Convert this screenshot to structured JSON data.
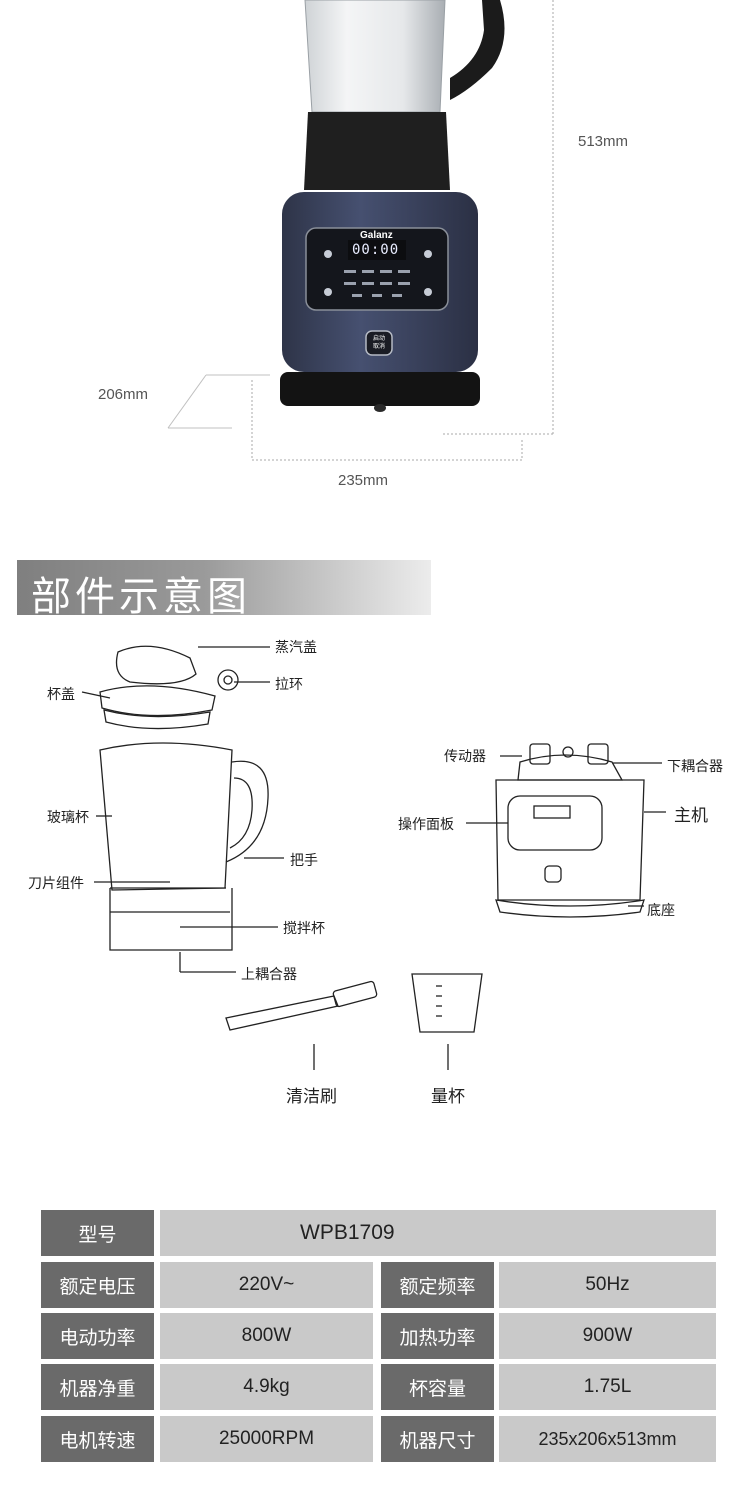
{
  "dimensions": {
    "height": "513mm",
    "depth": "206mm",
    "width": "235mm",
    "brand": "Galanz",
    "display": "00:00",
    "button": [
      "启动",
      "取消"
    ]
  },
  "section_title": "部件示意图",
  "parts": {
    "steam_lid": "蒸汽盖",
    "pull_ring": "拉环",
    "cup_lid": "杯盖",
    "glass_cup": "玻璃杯",
    "handle": "把手",
    "blade_assembly": "刀片组件",
    "mixing_cup": "搅拌杯",
    "upper_coupler": "上耦合器",
    "drive": "传动器",
    "lower_coupler": "下耦合器",
    "main_unit": "主机",
    "control_panel": "操作面板",
    "base": "底座",
    "cleaning_brush": "清洁刷",
    "measuring_cup": "量杯"
  },
  "specs": {
    "model_key": "型号",
    "model_val": "WPB1709",
    "rows": [
      {
        "k1": "额定电压",
        "v1": "220V~",
        "k2": "额定频率",
        "v2": "50Hz"
      },
      {
        "k1": "电动功率",
        "v1": "800W",
        "k2": "加热功率",
        "v2": "900W"
      },
      {
        "k1": "机器净重",
        "v1": "4.9kg",
        "k2": "杯容量",
        "v2": "1.75L"
      },
      {
        "k1": "电机转速",
        "v1": "25000RPM",
        "k2": "机器尺寸",
        "v2": "235x206x513mm"
      }
    ]
  },
  "colors": {
    "body": "#3b4258",
    "key_cell": "#6a6a6a",
    "val_cell": "#c9c9c9"
  }
}
